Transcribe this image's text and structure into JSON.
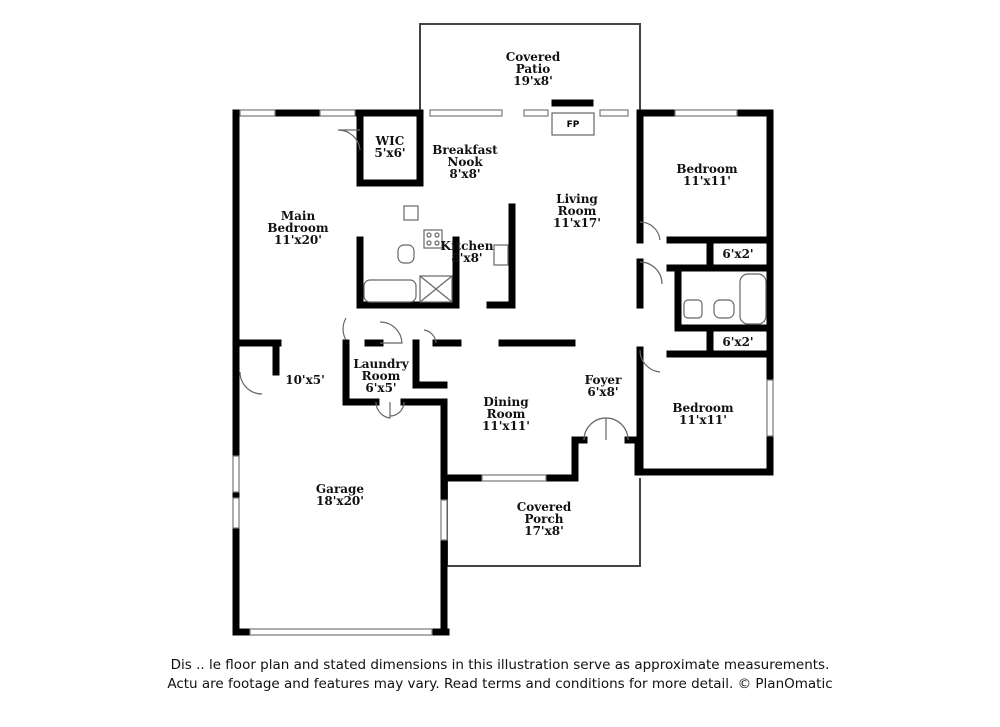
{
  "rooms": {
    "covered_patio": {
      "name_line1": "Covered",
      "name_line2": "Patio",
      "dim": "19'x8'"
    },
    "wic": {
      "name": "WIC",
      "dim": "5'x6'"
    },
    "breakfast_nook": {
      "name_line1": "Breakfast",
      "name_line2": "Nook",
      "dim": "8'x8'"
    },
    "bedroom_ne": {
      "name": "Bedroom",
      "dim": "11'x11'"
    },
    "main_bedroom": {
      "name_line1": "Main",
      "name_line2": "Bedroom",
      "dim": "11'x20'"
    },
    "living_room": {
      "name_line1": "Living",
      "name_line2": "Room",
      "dim": "11'x17'"
    },
    "kitchen": {
      "name": "Kitchen",
      "dim": "8'x8'"
    },
    "closet_upper": {
      "dim": "6'x2'"
    },
    "closet_lower": {
      "dim": "6'x2'"
    },
    "laundry_room": {
      "name_line1": "Laundry",
      "name_line2": "Room",
      "dim": "6'x5'"
    },
    "storage": {
      "dim": "10'x5'"
    },
    "foyer": {
      "name": "Foyer",
      "dim": "6'x8'"
    },
    "dining_room": {
      "name_line1": "Dining",
      "name_line2": "Room",
      "dim": "11'x11'"
    },
    "bedroom_se": {
      "name": "Bedroom",
      "dim": "11'x11'"
    },
    "garage": {
      "name": "Garage",
      "dim": "18'x20'"
    },
    "covered_porch": {
      "name_line1": "Covered",
      "name_line2": "Porch",
      "dim": "17'x8'"
    }
  },
  "fireplace_label": "FP",
  "disclaimer": {
    "line1": "Dis    ..  le floor plan and stated dimensions in this illustration serve as approximate measurements.",
    "line2": "Actu    are footage and features may vary. Read terms and conditions for more detail. © PlanOmatic"
  }
}
